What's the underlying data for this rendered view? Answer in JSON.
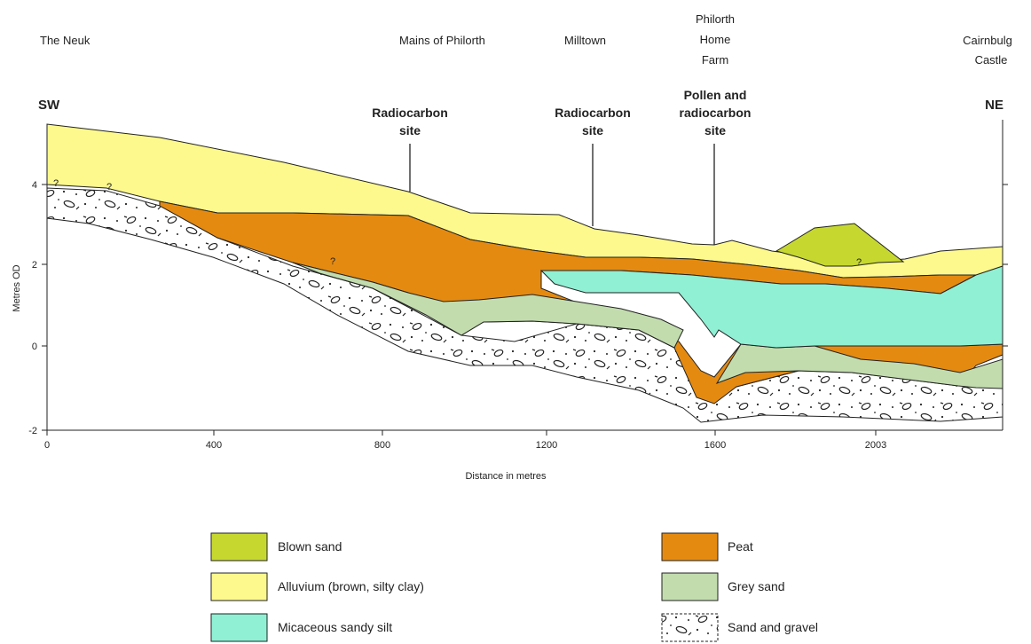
{
  "title": "",
  "places": [
    {
      "id": "the-neuk",
      "lines": [
        "The Neuk"
      ]
    },
    {
      "id": "mains-of-philorth",
      "lines": [
        "Mains of Philorth"
      ]
    },
    {
      "id": "milltown",
      "lines": [
        "Milltown"
      ]
    },
    {
      "id": "philorth-home-farm",
      "lines": [
        "Philorth",
        "Home",
        "Farm"
      ]
    },
    {
      "id": "cairnbulg-castle",
      "lines": [
        "Cairnbulg",
        "Castle"
      ]
    }
  ],
  "directions": {
    "left": "SW",
    "right": "NE"
  },
  "sites": [
    {
      "id": "radiocarbon-1",
      "lines": [
        "Radiocarbon",
        "site"
      ]
    },
    {
      "id": "radiocarbon-2",
      "lines": [
        "Radiocarbon",
        "site"
      ]
    },
    {
      "id": "pollen-radiocarbon",
      "lines": [
        "Pollen and",
        "radiocarbon",
        "site"
      ]
    }
  ],
  "uncertain_marker": "?",
  "axes": {
    "x_label": "Distance in metres",
    "y_label": "Metres OD",
    "x_ticks": [
      "0",
      "400",
      "800",
      "1200",
      "1600",
      "2003"
    ],
    "y_ticks": [
      "4",
      "2",
      "0",
      "-2"
    ]
  },
  "legend": [
    {
      "id": "blown-sand",
      "label": "Blown sand",
      "color": "#c6d82f",
      "pattern": false
    },
    {
      "id": "peat",
      "label": "Peat",
      "color": "#e58a10",
      "pattern": false
    },
    {
      "id": "alluvium",
      "label": "Alluvium (brown, silty clay)",
      "color": "#fdf98c",
      "pattern": false
    },
    {
      "id": "grey-sand",
      "label": "Grey sand",
      "color": "#c2dcae",
      "pattern": false
    },
    {
      "id": "micaceous-silt",
      "label": "Micaceous sandy silt",
      "color": "#8ff0d4",
      "pattern": false
    },
    {
      "id": "sand-gravel",
      "label": "Sand and gravel",
      "color": "#ffffff",
      "pattern": true
    }
  ],
  "colors": {
    "blown_sand": "#c6d82f",
    "alluvium": "#fdf98c",
    "peat": "#e58a10",
    "grey_sand": "#c2dcae",
    "micaceous_silt": "#8ff0d4",
    "outline": "#222222"
  }
}
